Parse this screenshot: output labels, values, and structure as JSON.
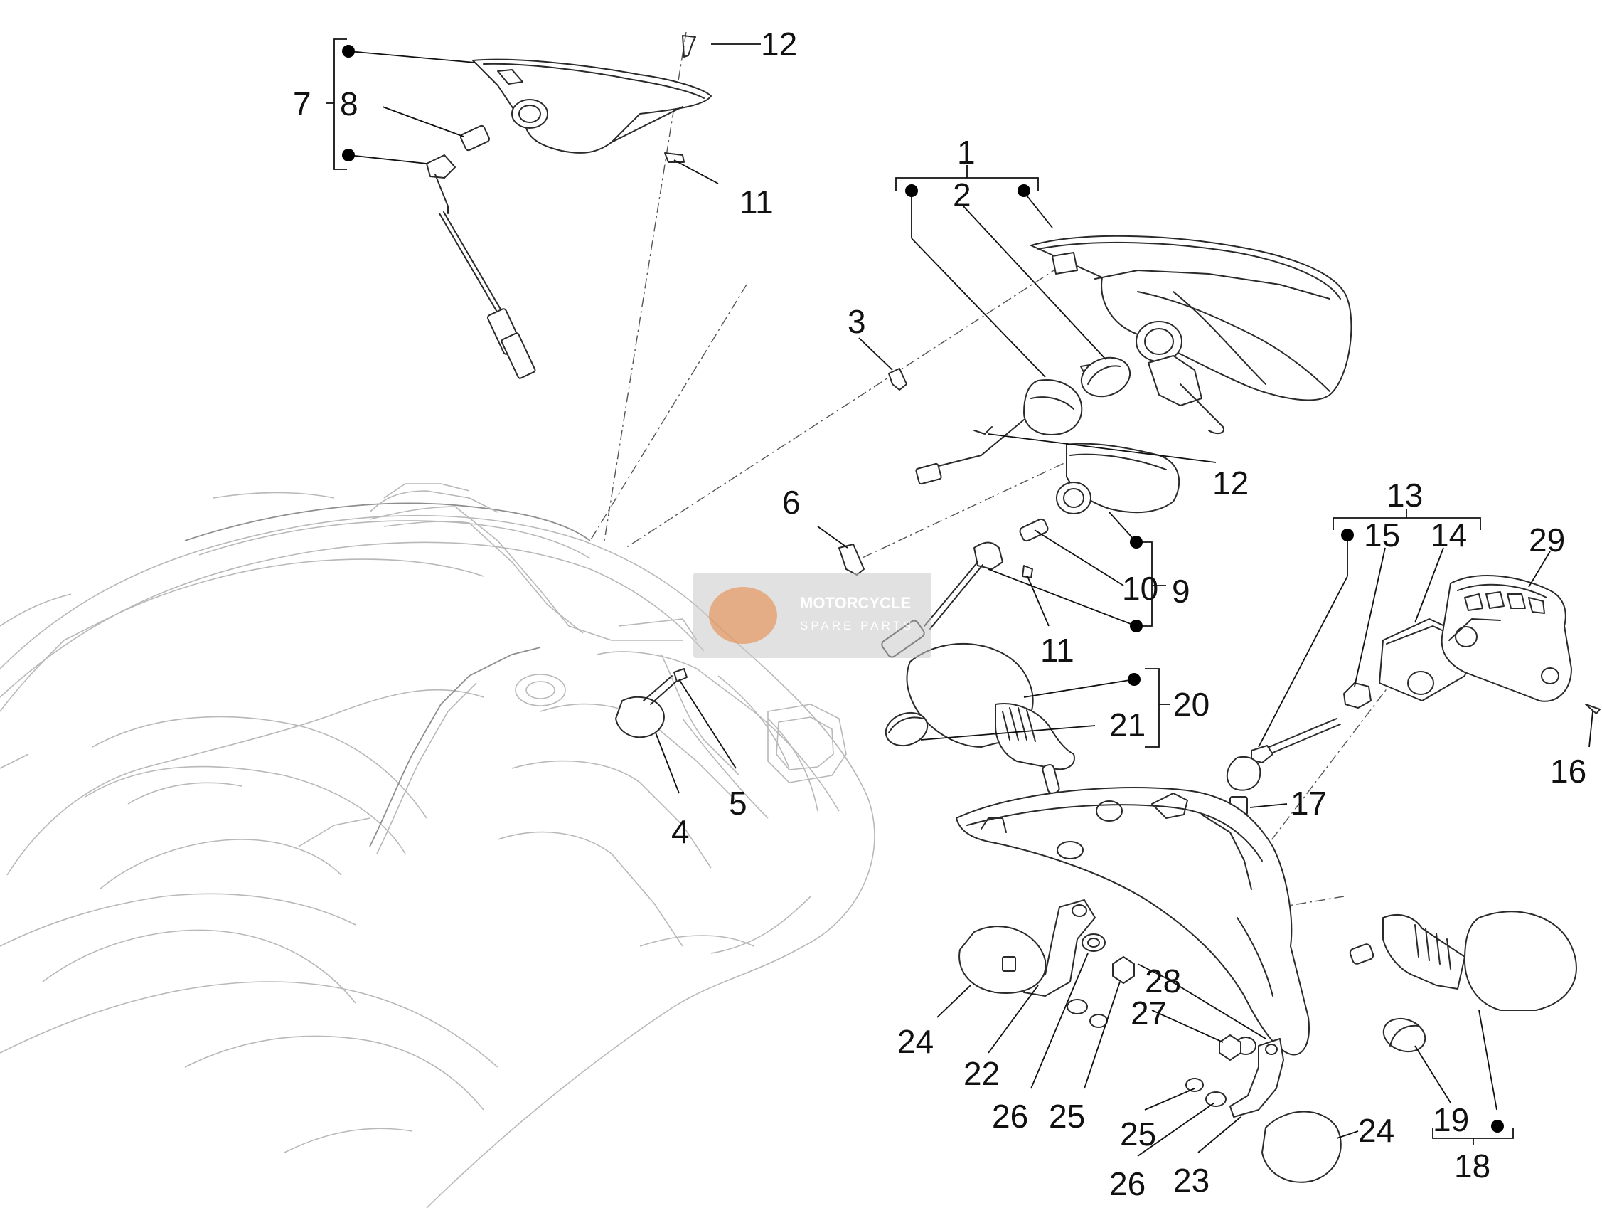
{
  "watermark": {
    "line1": "MOTORCYCLE",
    "line2": "SPARE PARTS",
    "logo_color": "#e8833a"
  },
  "callouts": {
    "c1": "1",
    "c2": "2",
    "c3": "3",
    "c4": "4",
    "c5": "5",
    "c6": "6",
    "c7": "7",
    "c8": "8",
    "c9": "9",
    "c10": "10",
    "c11a": "11",
    "c11b": "11",
    "c12a": "12",
    "c12b": "12",
    "c13": "13",
    "c14": "14",
    "c15": "15",
    "c16": "16",
    "c17": "17",
    "c18": "18",
    "c19": "19",
    "c20": "20",
    "c21": "21",
    "c22": "22",
    "c23": "23",
    "c24a": "24",
    "c24b": "24",
    "c25a": "25",
    "c25b": "25",
    "c26a": "26",
    "c26b": "26",
    "c27": "27",
    "c28": "28",
    "c29": "29"
  },
  "colors": {
    "line": "#2a2a2a",
    "scooter_body": "#b8b8b8",
    "background": "#ffffff"
  }
}
